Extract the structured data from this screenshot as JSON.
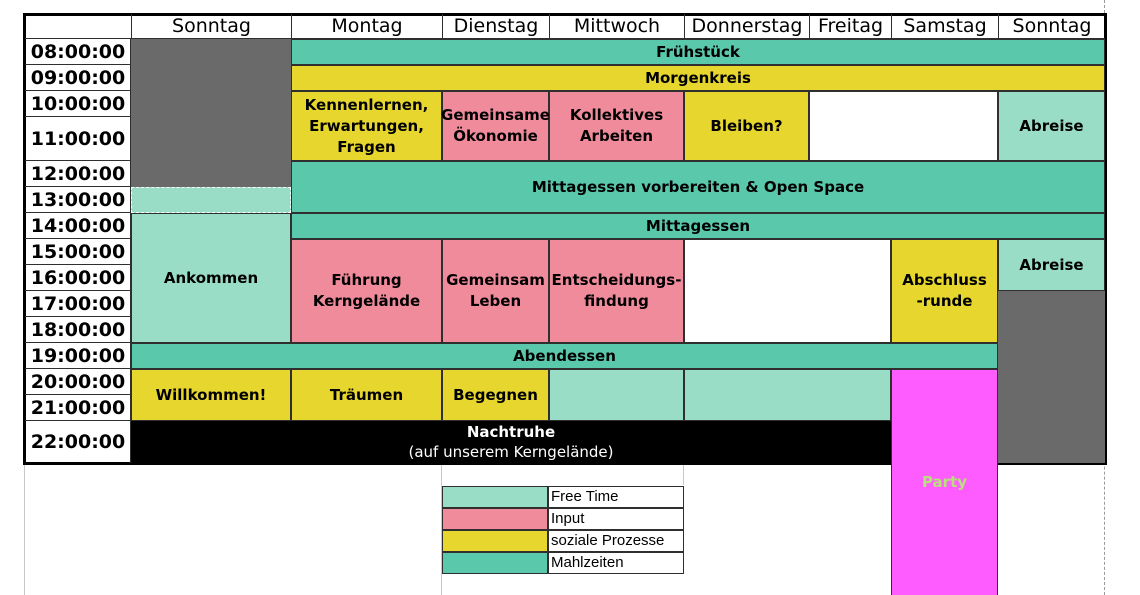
{
  "header": {
    "days": [
      "Sonntag",
      "Montag",
      "Dienstag",
      "Mittwoch",
      "Donnerstag",
      "Freitag",
      "Samstag",
      "Sonntag"
    ]
  },
  "times": [
    "08:00:00",
    "09:00:00",
    "10:00:00",
    "11:00:00",
    "12:00:00",
    "13:00:00",
    "14:00:00",
    "15:00:00",
    "16:00:00",
    "17:00:00",
    "18:00:00",
    "19:00:00",
    "20:00:00",
    "21:00:00",
    "22:00:00"
  ],
  "events": {
    "fruehstueck": "Frühstück",
    "morgenkreis": "Morgenkreis",
    "kennenlernen": "Kennenlernen, Erwartungen, Fragen",
    "oekonomie": "Gemeinsame Ökonomie",
    "kollektives": "Kollektives Arbeiten",
    "bleiben": "Bleiben?",
    "abreise1": "Abreise",
    "mittag_vorbereiten": "Mittagessen vorbereiten & Open Space",
    "mittagessen": "Mittagessen",
    "ankommen": "Ankommen",
    "fuehrung": "Führung Kerngelände",
    "gemeinsam_leben": "Gemeinsam Leben",
    "entscheidung": "Entscheidungs- findung",
    "abschluss": "Abschluss -runde",
    "abreise2": "Abreise",
    "abendessen": "Abendessen",
    "willkommen": "Willkommen!",
    "traeumen": "Träumen",
    "begegnen": "Begegnen",
    "nachtruhe_title": "Nachtruhe",
    "nachtruhe_sub": "(auf unserem Kerngelände)",
    "party": "Party"
  },
  "legend": [
    {
      "label": "Free Time",
      "color": "#99ddc7"
    },
    {
      "label": "Input",
      "color": "#f08b9c"
    },
    {
      "label": "soziale Prozesse",
      "color": "#e6d62e"
    },
    {
      "label": "Mahlzeiten",
      "color": "#5ac8ab"
    }
  ],
  "colors": {
    "mahlzeiten": "#5ac8ab",
    "free_time": "#99ddc7",
    "soziale_prozesse": "#e6d62e",
    "input": "#f08b9c",
    "blocked": "#6a6a6a",
    "nachtruhe": "#000000",
    "party": "#ff5cff",
    "party_text": "#b8e07a"
  }
}
